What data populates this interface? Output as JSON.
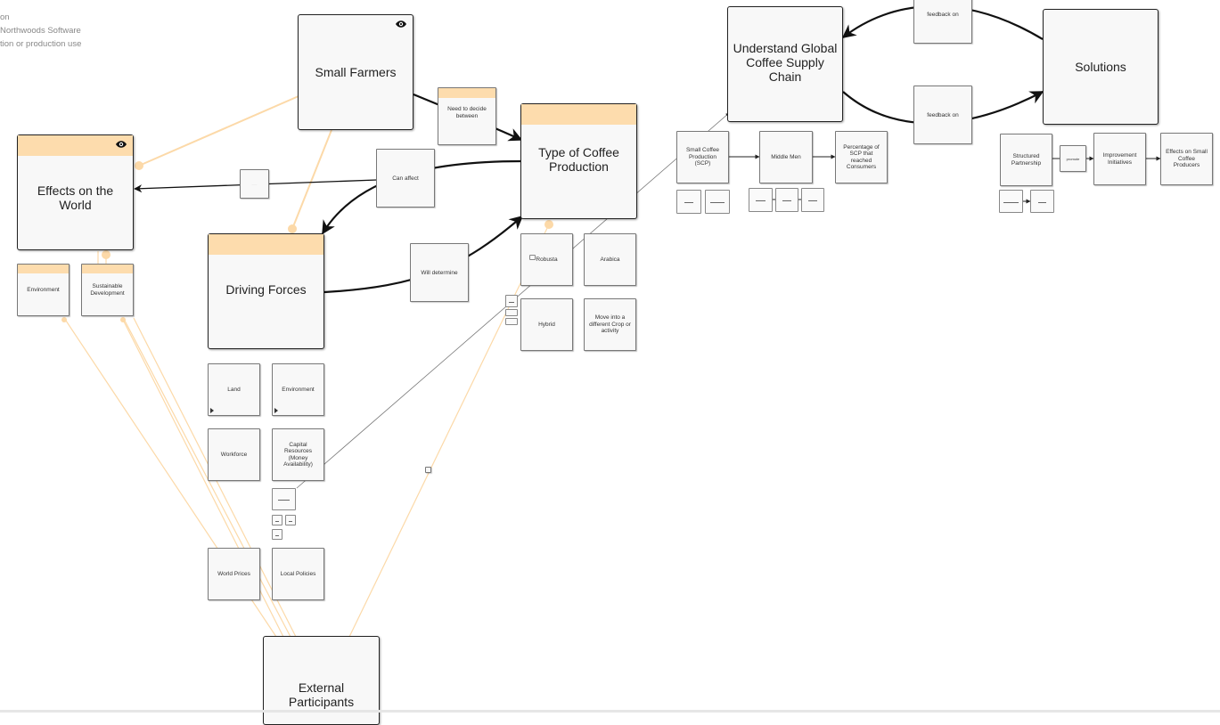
{
  "watermark": {
    "line1": "on",
    "line2": "Northwoods Software",
    "line3": "tion or production use"
  },
  "colors": {
    "header": "#fddcad",
    "peach_link": "#fcd9a8",
    "node_bg": "#f8f8f8",
    "border": "#222222"
  },
  "nodes": {
    "small_farmers": "Small Farmers",
    "effects_world": "Effects on the World",
    "type_coffee": "Type of Coffee Production",
    "driving_forces": "Driving Forces",
    "understand_chain": "Understand Global Coffee Supply Chain",
    "solutions": "Solutions",
    "external": "External Participants"
  },
  "sub_nodes": {
    "environment_effect": "Environment",
    "sustainable": "Sustainable Development",
    "land": "Land",
    "environment_force": "Environment",
    "workforce": "Workforce",
    "capital": "Capital Resources (Money Availability)",
    "world_prices": "World Prices",
    "local_policies": "Local Policies",
    "robusta": "Robusta",
    "arabica": "Arabica",
    "hybrid": "Hybrid",
    "move_crop": "Move into a different Crop or activity",
    "scp": "Small Coffee Production (SCP)",
    "middle_men": "Middle Men",
    "percentage": "Percentage of SCP that reached Consumers",
    "structured": "Structured Partnership",
    "improvement": "Improvement Initiatives",
    "effects_small": "Effects on Small Coffee Producers",
    "need_decide": "Need to decide between"
  },
  "link_labels": {
    "can_affect": "Can affect",
    "will_determine": "Will determine",
    "feedback_top": "feedback on",
    "feedback_bottom": "feedback on",
    "small_mid_label": "······",
    "promote": "promote"
  },
  "icons": {
    "eye": "eye-icon"
  }
}
